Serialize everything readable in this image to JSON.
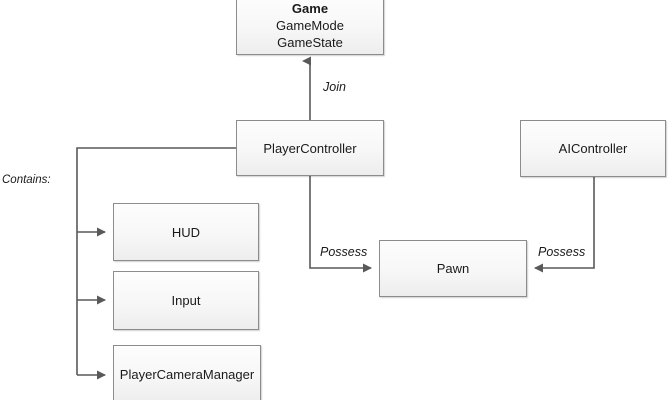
{
  "diagram": {
    "title": "Unreal Engine Gameplay Framework class relationship diagram",
    "background_color": "#ffffff",
    "node_border_color": "#8c8c8c",
    "line_color": "#595959",
    "text_color": "#1a1a1a",
    "nodes": {
      "game": {
        "title": "Game",
        "line2": "GameMode",
        "line3": "GameState"
      },
      "player_controller": {
        "label": "PlayerController"
      },
      "ai_controller": {
        "label": "AIController"
      },
      "hud": {
        "label": "HUD"
      },
      "input": {
        "label": "Input"
      },
      "player_camera_manager": {
        "label": "PlayerCameraManager"
      },
      "pawn": {
        "label": "Pawn"
      }
    },
    "labels": {
      "contains": "Contains:",
      "join": "Join",
      "possess_left": "Possess",
      "possess_right": "Possess"
    }
  }
}
